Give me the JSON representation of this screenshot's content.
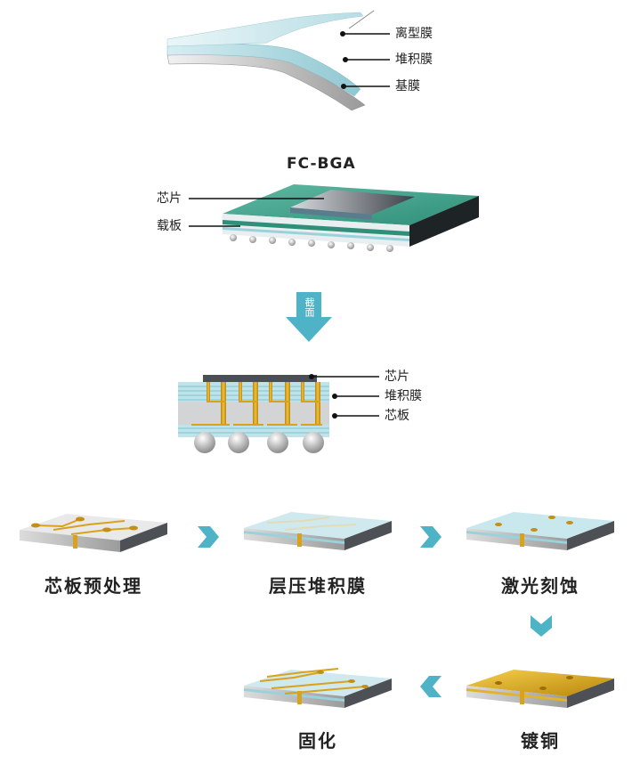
{
  "film": {
    "labels": [
      "离型膜",
      "堆积膜",
      "基膜"
    ]
  },
  "package": {
    "title": "FC-BGA",
    "chip_label": "芯片",
    "substrate_label": "载板"
  },
  "arrow_down": {
    "label": "截面",
    "color": "#4fb3c7"
  },
  "section": {
    "labels": [
      "芯片",
      "堆积膜",
      "芯板"
    ]
  },
  "steps": {
    "s1": "芯板预处理",
    "s2": "层压堆积膜",
    "s3": "激光刻蚀",
    "s4": "镀铜",
    "s5": "固化"
  },
  "colors": {
    "teal": "#4fb3c7",
    "green": "#3fa58f",
    "gold": "#d4a017",
    "film": "#bfe3e8"
  }
}
